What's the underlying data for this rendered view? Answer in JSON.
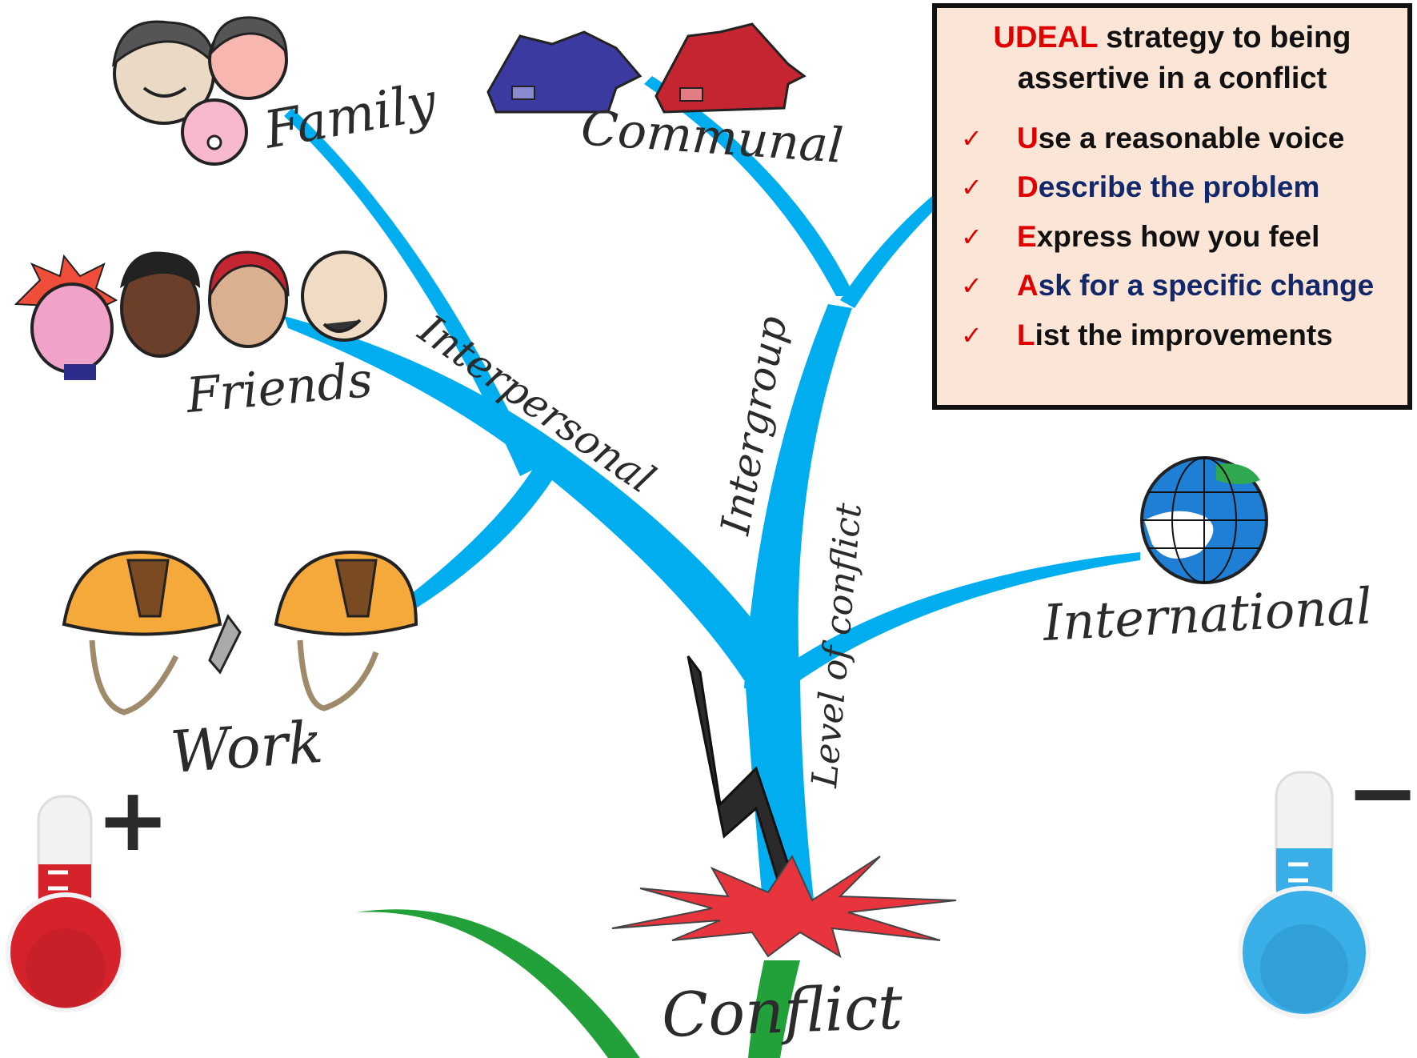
{
  "labels": {
    "family": "Family",
    "communal": "Communal",
    "friends": "Friends",
    "interpersonal": "Interpersonal",
    "intergroup": "Intergroup",
    "level_of_conflict": "Level of conflict",
    "work": "Work",
    "international": "International",
    "conflict": "Conflict"
  },
  "udeal": {
    "title_accent": "UDEAL",
    "title_rest_line1": " strategy to being",
    "title_line2": "assertive in a conflict",
    "check": "✓",
    "items": [
      {
        "first": "U",
        "rest": "se a reasonable voice",
        "style": "black"
      },
      {
        "first": "D",
        "rest": "escribe the problem",
        "style": "blue"
      },
      {
        "first": "E",
        "rest": "xpress how you feel",
        "style": "black"
      },
      {
        "first": "A",
        "rest": "sk for a specific change",
        "style": "blue"
      },
      {
        "first": "L",
        "rest": "ist the improvements",
        "style": "black"
      }
    ]
  },
  "thermometers": {
    "hot_sign": "+",
    "cold_sign": "−"
  },
  "colors": {
    "branch": "#00aeef",
    "stem": "#22a03a",
    "burst": "#e8343c",
    "accent_red": "#e00000",
    "text_blue": "#12286b",
    "box_bg": "#fbe5d6",
    "hot": "#d6232b",
    "cold": "#3aaee6"
  }
}
